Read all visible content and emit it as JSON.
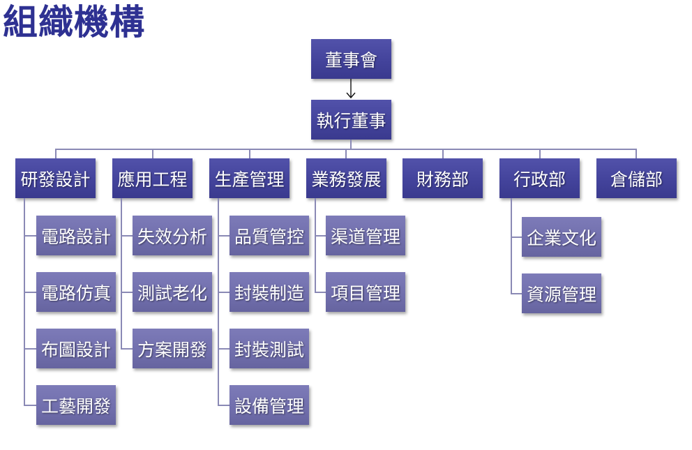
{
  "title": "組織機構",
  "colors": {
    "title": "#2e3192",
    "level1_box": "#4646a0",
    "level3_box": "#7472b0",
    "connector": "#8a89b5",
    "text": "#ffffff"
  },
  "chart": {
    "root": "董事會",
    "executive": "執行董事",
    "departments": [
      {
        "name": "研發設計",
        "children": [
          "電路設計",
          "電路仿真",
          "布圖設計",
          "工藝開發"
        ]
      },
      {
        "name": "應用工程",
        "children": [
          "失效分析",
          "測試老化",
          "方案開發"
        ]
      },
      {
        "name": "生產管理",
        "children": [
          "品質管控",
          "封裝制造",
          "封裝測試",
          "設備管理"
        ]
      },
      {
        "name": "業務發展",
        "children": [
          "渠道管理",
          "項目管理"
        ]
      },
      {
        "name": "財務部",
        "children": []
      },
      {
        "name": "行政部",
        "children": [
          "企業文化",
          "資源管理"
        ]
      },
      {
        "name": "倉儲部",
        "children": []
      }
    ]
  }
}
